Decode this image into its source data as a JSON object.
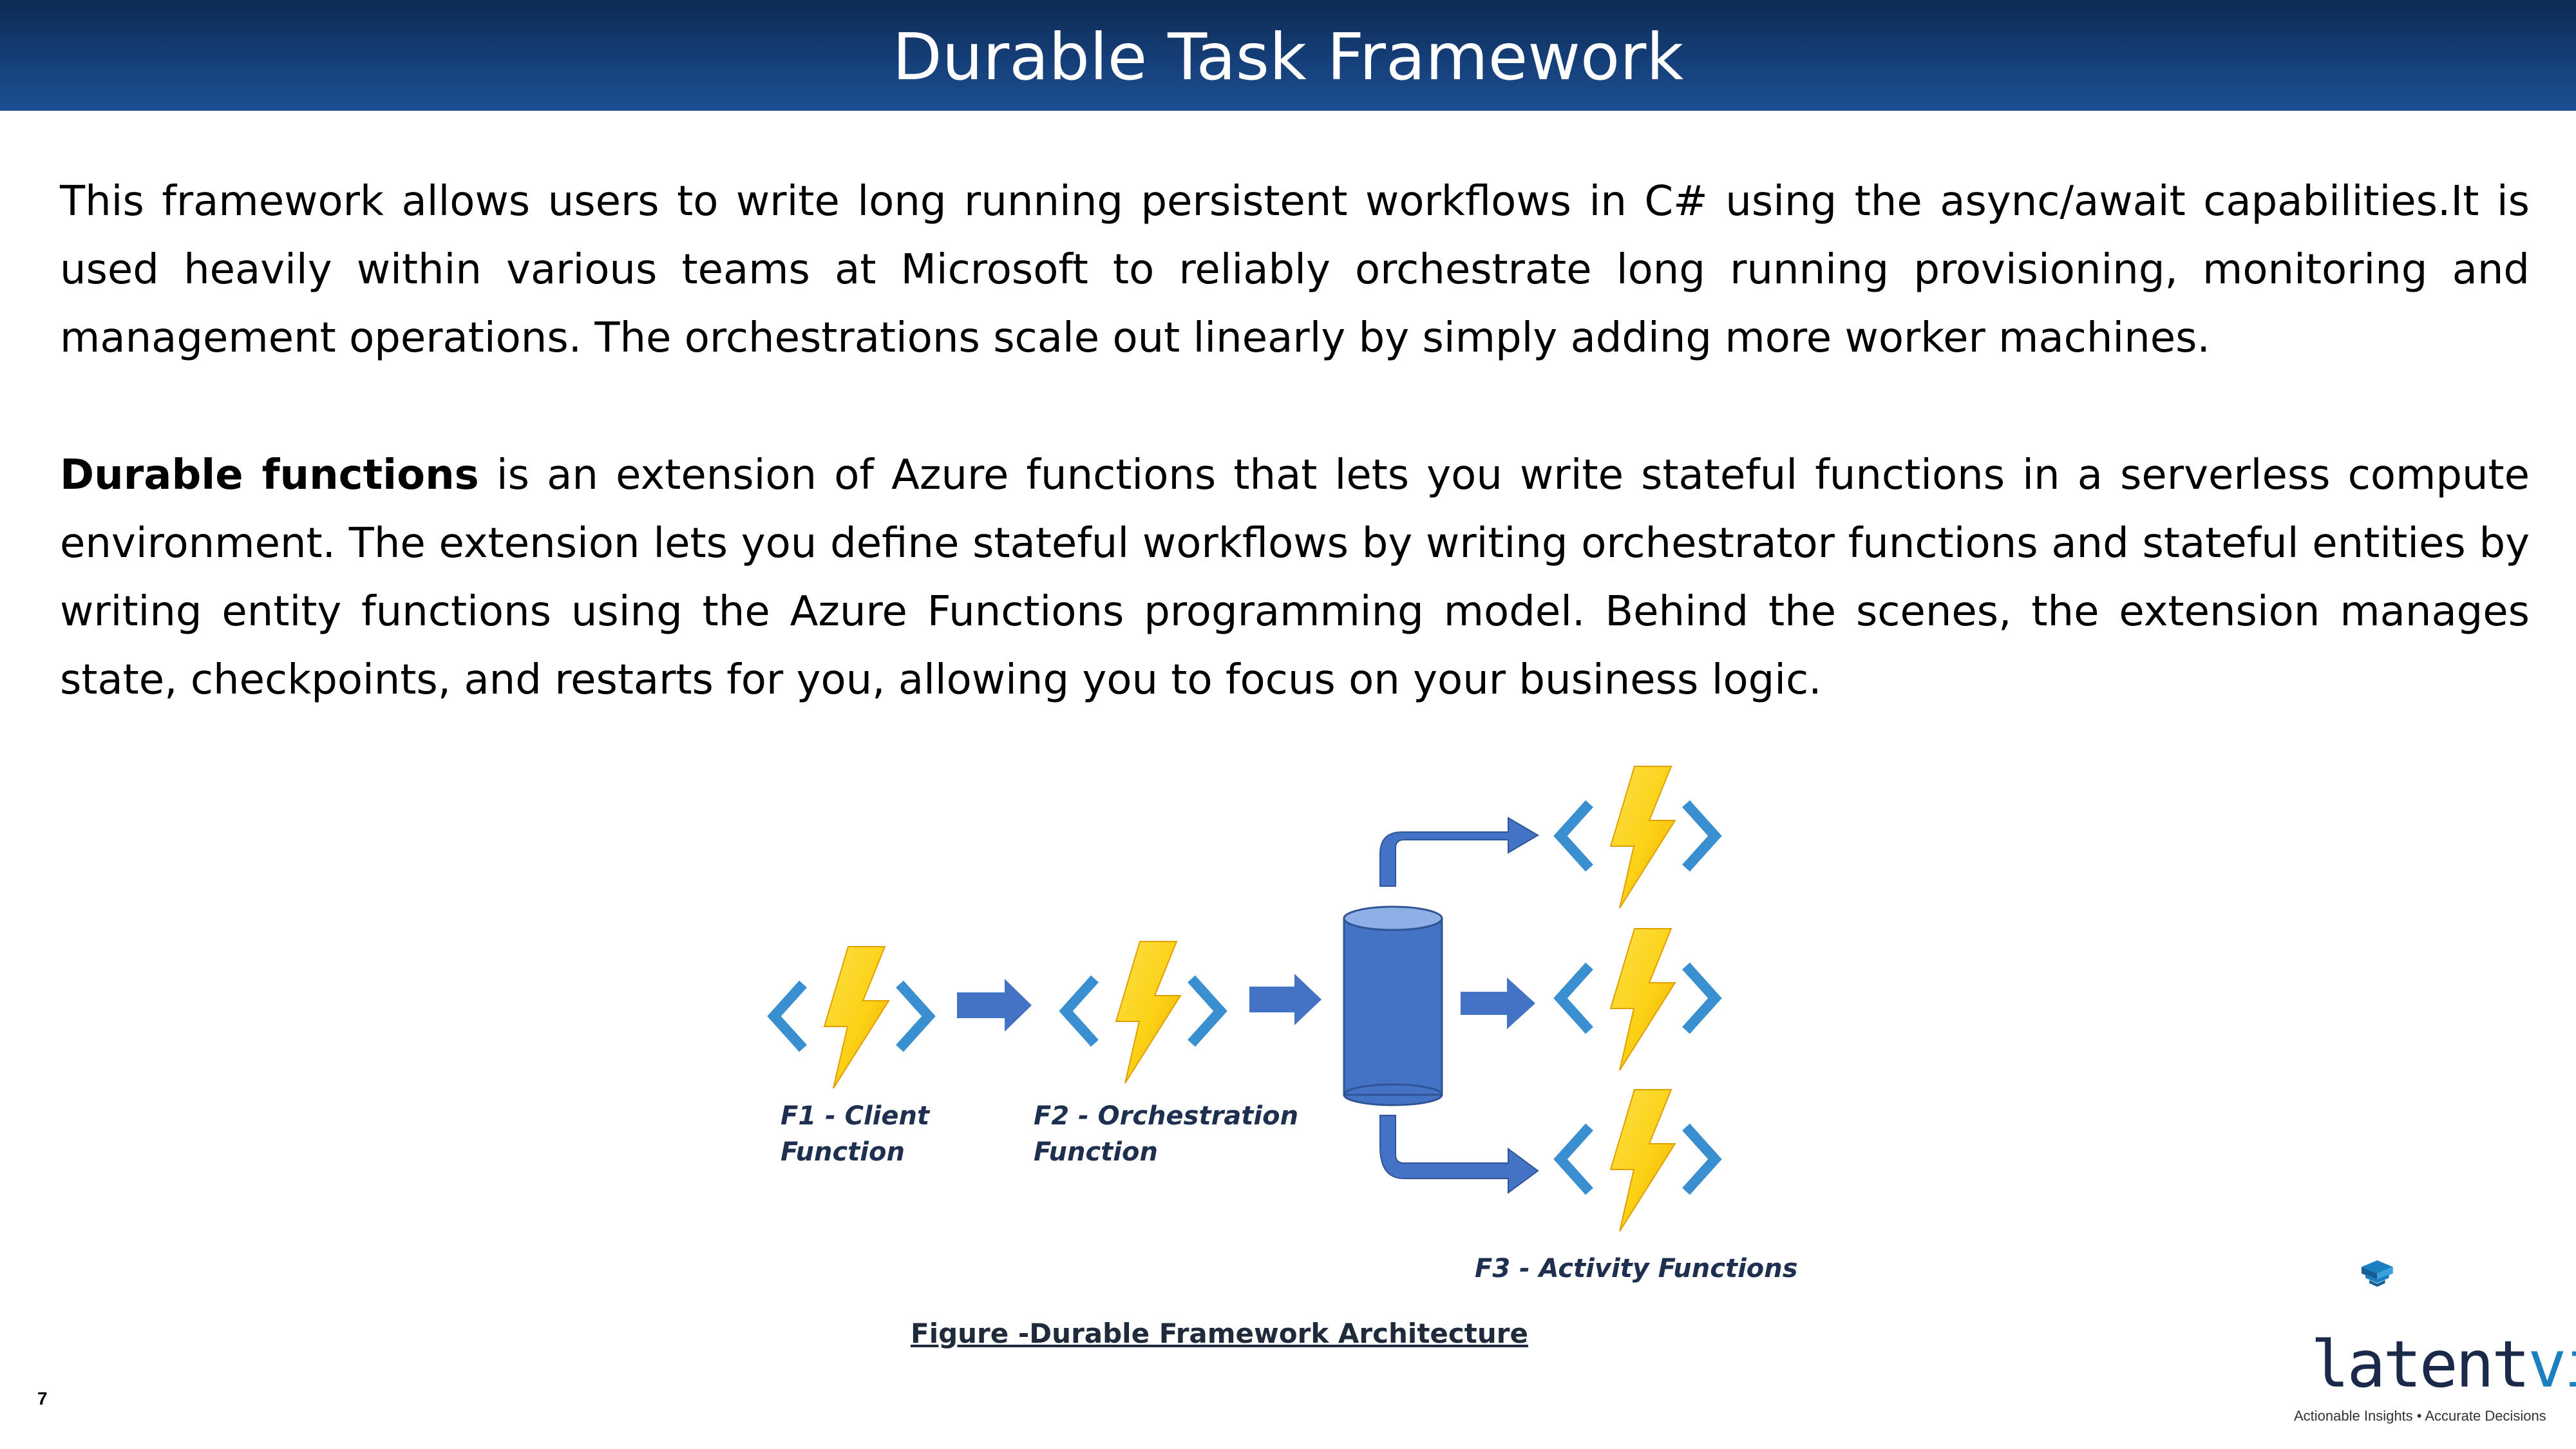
{
  "slide": {
    "title": "Durable Task Framework",
    "page_number": "7"
  },
  "body": {
    "paragraph1": "This framework allows users to write long running persistent workflows in C# using the async/await capabilities.It is used heavily within various teams at Microsoft to reliably orchestrate long running provisioning, monitoring and management operations. The orchestrations scale out linearly by simply adding more worker machines.",
    "paragraph2_lead": "Durable functions",
    "paragraph2_rest": " is an extension of Azure functions that lets you write stateful functions in a serverless compute environment. The extension lets you define stateful workflows by writing orchestrator functions and stateful entities by writing entity functions using the Azure Functions programming model. Behind the scenes, the extension manages state, checkpoints, and restarts for you, allowing you to focus on your business logic."
  },
  "diagram": {
    "label_f1": "F1 - Client\nFunction",
    "label_f2": "F2 - Orchestration\nFunction",
    "label_f3": "F3 - Activity Functions",
    "caption": "Figure -Durable Framework Architecture",
    "icon_name": "azure-functions-icon",
    "colors": {
      "bracket": "#3a8fd0",
      "bolt_light": "#fcd116",
      "bolt_dark": "#f0a800",
      "arrow": "#4472c4",
      "storage": "#4472c4",
      "storage_top": "#8fb0e6"
    }
  },
  "logo": {
    "word_primary": "latent",
    "word_accent": "view",
    "tagline": "Actionable Insights • Accurate Decisions"
  },
  "theme": {
    "title_bar": "#153f79"
  }
}
